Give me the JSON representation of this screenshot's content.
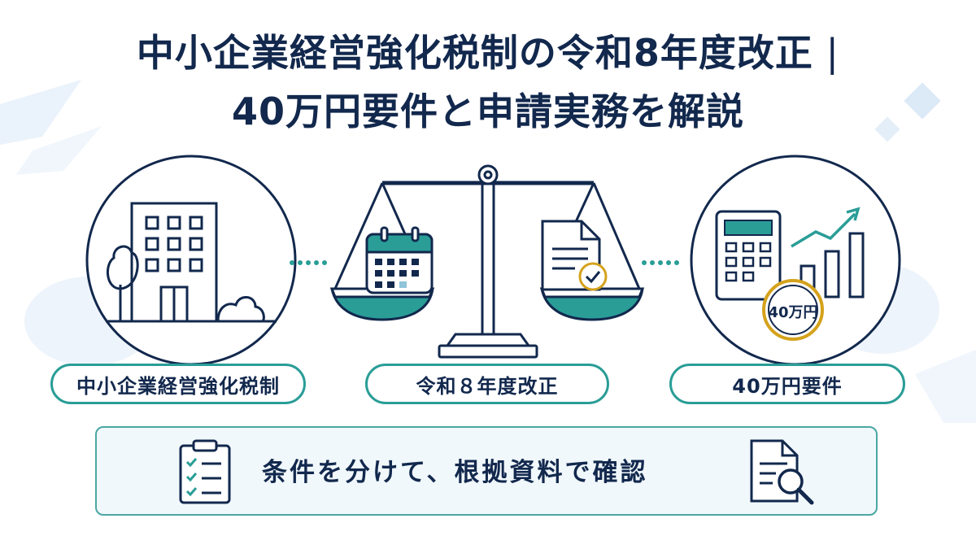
{
  "title": {
    "line1": "中小企業経営強化税制の令和8年度改正",
    "line2": "40万円要件と申請実務を解説"
  },
  "labels": {
    "left": "中小企業経営強化税制",
    "center": "令和８年度改正",
    "right": "40万円要件"
  },
  "coin_text": "40万円",
  "banner": {
    "text": "条件を分けて、根拠資料で確認"
  },
  "colors": {
    "navy": "#12284d",
    "teal": "#2a9d97",
    "gold": "#d4a21c",
    "light_blue": "#e6f0fa"
  },
  "icons": [
    "building-icon",
    "tree-icon",
    "bush-icon",
    "balance-scale-icon",
    "calendar-icon",
    "document-check-icon",
    "calculator-icon",
    "growth-chart-icon",
    "coin-icon",
    "checklist-clipboard-icon",
    "document-search-icon"
  ]
}
